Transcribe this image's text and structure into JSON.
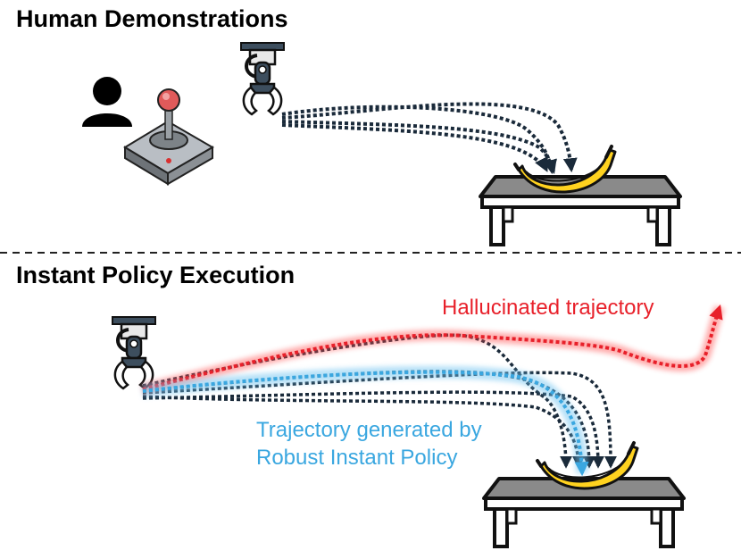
{
  "headings": {
    "top": "Human Demonstrations",
    "bottom": "Instant Policy Execution"
  },
  "labels": {
    "hallucinated": "Hallucinated trajectory",
    "generated_line1": "Trajectory generated by",
    "generated_line2": "Robust Instant Policy"
  },
  "colors": {
    "demonstration_path": "#1a2a3a",
    "hallucinated_path": "#e8202a",
    "generated_path": "#3aa7e0",
    "table_top": "#8a8a8a",
    "banana": "#ffd21f",
    "gripper": "#3d4e5e"
  },
  "icons": [
    "person-icon",
    "joystick-icon",
    "robot-gripper-icon",
    "banana-icon",
    "table-icon"
  ]
}
